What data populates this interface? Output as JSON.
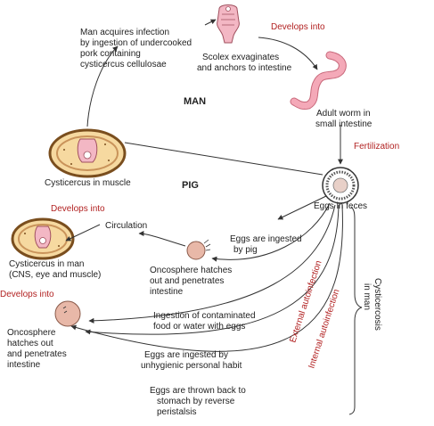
{
  "labels": {
    "man_acquires": [
      "Man acquires infection",
      "by ingestion of undercooked",
      "pork containing",
      "cysticercus cellulosae"
    ],
    "develops_into_top": "Develops into",
    "scolex": [
      "Scolex exvaginates",
      "and anchors to intestine"
    ],
    "man": "MAN",
    "adult_worm": [
      "Adult worm in",
      "small intestine"
    ],
    "fertilization": "Fertilization",
    "cysticercus_muscle": "Cysticercus in muscle",
    "pig": "PIG",
    "eggs_in_feces": "Eggs in feces",
    "develops_into_left": "Develops into",
    "circulation": "Circulation",
    "eggs_ingested_pig": [
      "Eggs are ingested",
      "by pig"
    ],
    "cysticercus_man": [
      "Cysticercus in man",
      "(CNS, eye and muscle)"
    ],
    "develops_into_bottom": "Develops into",
    "oncosphere_pig": [
      "Oncosphere hatches",
      "out and penetrates",
      "intestine"
    ],
    "oncosphere_man": [
      "Oncosphere",
      "hatches out",
      "and penetrates",
      "intestine"
    ],
    "ingestion_contaminated": [
      "Ingestion of contaminated",
      "food or water with eggs"
    ],
    "eggs_unhygienic": [
      "Eggs are ingested by",
      "unhygienic personal habit"
    ],
    "eggs_thrown_back": [
      "Eggs are thrown back to",
      "stomach by reverse",
      "peristalsis"
    ],
    "external_autoinfection": "External autoinfection",
    "internal_autoinfection": "Internal autoinfection",
    "cysticercosis": [
      "Cysticercosis",
      "in man"
    ]
  },
  "colors": {
    "red_label": "#b22222",
    "cyst_outer": "#7a4e1e",
    "cyst_fill": "#f6d9a0",
    "scolex_pink": "#f3b7c4",
    "oncosphere": "#e8b8a8",
    "worm_pink": "#f4a9b8"
  }
}
